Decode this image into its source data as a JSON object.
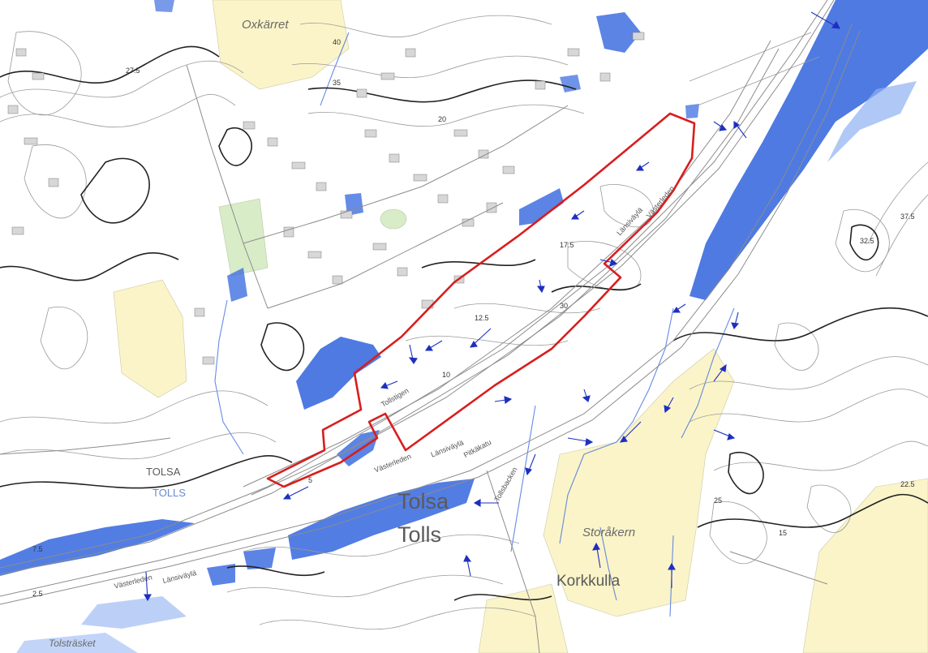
{
  "map": {
    "colors": {
      "background": "#ffffff",
      "water": "#3f6fe0",
      "water_light": "#8fb0f2",
      "field": "#fbf4c8",
      "park": "#d9ecc8",
      "contour": "#222222",
      "contour_light": "#9a9a9a",
      "boundary": "#d81e1e",
      "flow_arrow": "#1e2fc0"
    },
    "places": {
      "tolsa_big": "Tolsa",
      "tolls_big": "Tolls",
      "korkkulla": "Korkkulla",
      "tolsa_small": "TOLSA",
      "tolls_small": "TOLLS",
      "oxkarret": "Oxkärret",
      "storakern": "Storåkern",
      "tolstraskel": "Tolsträsket"
    },
    "roads": {
      "lansivayla_1": "Länsiväylä",
      "lansivayla_2": "Länsiväylä",
      "lansivayla_3": "Länsiväylä",
      "vasterleden_1": "Västerleden",
      "vasterleden_2": "Västerleden",
      "vasterleden_3": "Västerleden",
      "tollstigen": "Tollstigen",
      "tollsbacken": "Tollsbacken",
      "pitkakatu": "Pitkäkatu"
    },
    "contour_labels": [
      "27.5",
      "35",
      "40",
      "20",
      "17.5",
      "10",
      "12.5",
      "5",
      "30",
      "32.5",
      "37.5",
      "25",
      "22.5",
      "15",
      "7.5",
      "2.5"
    ]
  }
}
